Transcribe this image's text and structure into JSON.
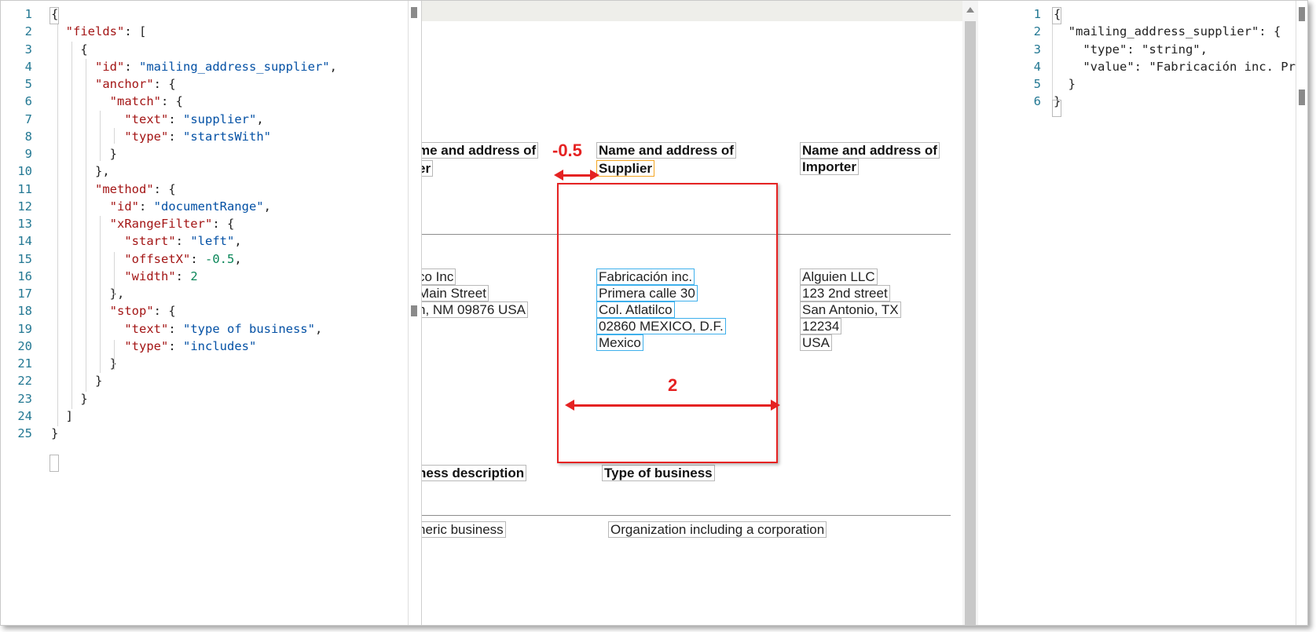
{
  "left_editor": {
    "lines": [
      {
        "n": "1",
        "t": [
          [
            "p",
            "{"
          ]
        ]
      },
      {
        "n": "2",
        "t": [
          [
            "p",
            "  "
          ],
          [
            "k",
            "\"fields\""
          ],
          [
            "p",
            ": ["
          ]
        ]
      },
      {
        "n": "3",
        "t": [
          [
            "p",
            "    {"
          ]
        ]
      },
      {
        "n": "4",
        "t": [
          [
            "p",
            "      "
          ],
          [
            "k",
            "\"id\""
          ],
          [
            "p",
            ": "
          ],
          [
            "s",
            "\"mailing_address_supplier\""
          ],
          [
            "p",
            ","
          ]
        ]
      },
      {
        "n": "5",
        "t": [
          [
            "p",
            "      "
          ],
          [
            "k",
            "\"anchor\""
          ],
          [
            "p",
            ": {"
          ]
        ]
      },
      {
        "n": "6",
        "t": [
          [
            "p",
            "        "
          ],
          [
            "k",
            "\"match\""
          ],
          [
            "p",
            ": {"
          ]
        ]
      },
      {
        "n": "7",
        "t": [
          [
            "p",
            "          "
          ],
          [
            "k",
            "\"text\""
          ],
          [
            "p",
            ": "
          ],
          [
            "s",
            "\"supplier\""
          ],
          [
            "p",
            ","
          ]
        ]
      },
      {
        "n": "8",
        "t": [
          [
            "p",
            "          "
          ],
          [
            "k",
            "\"type\""
          ],
          [
            "p",
            ": "
          ],
          [
            "s",
            "\"startsWith\""
          ]
        ]
      },
      {
        "n": "9",
        "t": [
          [
            "p",
            "        }"
          ]
        ]
      },
      {
        "n": "10",
        "t": [
          [
            "p",
            "      },"
          ]
        ]
      },
      {
        "n": "11",
        "t": [
          [
            "p",
            "      "
          ],
          [
            "k",
            "\"method\""
          ],
          [
            "p",
            ": {"
          ]
        ]
      },
      {
        "n": "12",
        "t": [
          [
            "p",
            "        "
          ],
          [
            "k",
            "\"id\""
          ],
          [
            "p",
            ": "
          ],
          [
            "s",
            "\"documentRange\""
          ],
          [
            "p",
            ","
          ]
        ]
      },
      {
        "n": "13",
        "t": [
          [
            "p",
            "        "
          ],
          [
            "k",
            "\"xRangeFilter\""
          ],
          [
            "p",
            ": {"
          ]
        ]
      },
      {
        "n": "14",
        "t": [
          [
            "p",
            "          "
          ],
          [
            "k",
            "\"start\""
          ],
          [
            "p",
            ": "
          ],
          [
            "s",
            "\"left\""
          ],
          [
            "p",
            ","
          ]
        ]
      },
      {
        "n": "15",
        "t": [
          [
            "p",
            "          "
          ],
          [
            "k",
            "\"offsetX\""
          ],
          [
            "p",
            ": "
          ],
          [
            "n",
            "-0.5"
          ],
          [
            "p",
            ","
          ]
        ]
      },
      {
        "n": "16",
        "t": [
          [
            "p",
            "          "
          ],
          [
            "k",
            "\"width\""
          ],
          [
            "p",
            ": "
          ],
          [
            "n",
            "2"
          ]
        ]
      },
      {
        "n": "17",
        "t": [
          [
            "p",
            "        },"
          ]
        ]
      },
      {
        "n": "18",
        "t": [
          [
            "p",
            "        "
          ],
          [
            "k",
            "\"stop\""
          ],
          [
            "p",
            ": {"
          ]
        ]
      },
      {
        "n": "19",
        "t": [
          [
            "p",
            "          "
          ],
          [
            "k",
            "\"text\""
          ],
          [
            "p",
            ": "
          ],
          [
            "s",
            "\"type of business\""
          ],
          [
            "p",
            ","
          ]
        ]
      },
      {
        "n": "20",
        "t": [
          [
            "p",
            "          "
          ],
          [
            "k",
            "\"type\""
          ],
          [
            "p",
            ": "
          ],
          [
            "s",
            "\"includes\""
          ]
        ]
      },
      {
        "n": "21",
        "t": [
          [
            "p",
            "        }"
          ]
        ]
      },
      {
        "n": "22",
        "t": [
          [
            "p",
            "      }"
          ]
        ]
      },
      {
        "n": "23",
        "t": [
          [
            "p",
            "    }"
          ]
        ]
      },
      {
        "n": "24",
        "t": [
          [
            "p",
            "  ]"
          ]
        ]
      },
      {
        "n": "25",
        "t": [
          [
            "p",
            "}"
          ]
        ]
      }
    ]
  },
  "right_editor": {
    "lines": [
      {
        "n": "1",
        "t": [
          [
            "p",
            "{"
          ]
        ]
      },
      {
        "n": "2",
        "t": [
          [
            "p",
            "  \"mailing_address_supplier\": {"
          ]
        ]
      },
      {
        "n": "3",
        "t": [
          [
            "p",
            "    \"type\": \"string\","
          ]
        ]
      },
      {
        "n": "4",
        "t": [
          [
            "p",
            "    \"value\": \"Fabricación inc. Pri"
          ]
        ]
      },
      {
        "n": "5",
        "t": [
          [
            "p",
            "  }"
          ]
        ]
      },
      {
        "n": "6",
        "t": [
          [
            "p",
            "}"
          ]
        ]
      }
    ]
  },
  "document": {
    "headers": {
      "col1_line1": "me and address of",
      "col1_line2": "er",
      "supplier_line1": "Name and address of",
      "supplier_line2": "Supplier",
      "importer_line1": "Name and address of",
      "importer_line2": "Importer"
    },
    "col1_address": [
      "co Inc",
      "Main Street",
      "n, NM 09876 USA"
    ],
    "supplier_address": [
      "Fabricación inc.",
      "Primera calle 30",
      "Col. Atlatilco",
      "02860 MEXICO, D.F.",
      "Mexico"
    ],
    "importer_address": [
      "Alguien LLC",
      "123 2nd street",
      "San Antonio, TX",
      "12234",
      "USA"
    ],
    "business_desc_header": "ness description",
    "type_of_business_header": "Type of business",
    "business_desc_value": "neric business",
    "type_of_business_value": "Organization including a corporation"
  },
  "annotations": {
    "offset_label": "-0.5",
    "width_label": "2",
    "color": "#e52222"
  },
  "colors": {
    "key": "#a31515",
    "string": "#0451a5",
    "number": "#098658",
    "line_number": "#237893",
    "matched_anchor": "#f4a623",
    "extracted_words": "#3eb0ec"
  }
}
